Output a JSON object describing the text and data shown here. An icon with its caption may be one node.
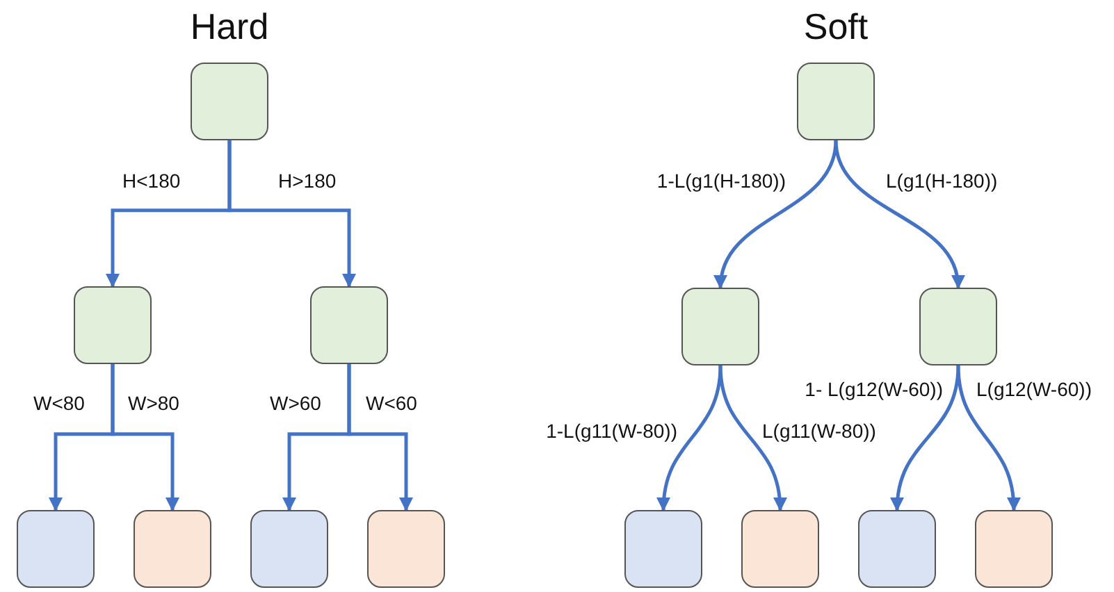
{
  "diagram": {
    "nodes": [
      {
        "text": [],
        "shape": "box"
      },
      {
        "text": [],
        "shape": "box"
      },
      {
        "text": [],
        "shape": "box"
      },
      {
        "text": [],
        "shape": "box"
      },
      {
        "text": [],
        "shape": "box"
      },
      {
        "text": [],
        "shape": "box"
      },
      {
        "text": [],
        "shape": "box"
      },
      {
        "text": [],
        "shape": "box"
      },
      {
        "text": [],
        "shape": "box"
      },
      {
        "text": [],
        "shape": "box"
      },
      {
        "text": [],
        "shape": "box"
      },
      {
        "text": [],
        "shape": "box"
      },
      {
        "text": [],
        "shape": "box"
      },
      {
        "text": [],
        "shape": "box"
      }
    ],
    "edges": [
      {
        "from": 0,
        "to": 1,
        "arrow": "to",
        "label": "H<180"
      },
      {
        "from": 0,
        "to": 2,
        "arrow": "to",
        "label": "H>180"
      },
      {
        "from": 1,
        "to": 3,
        "arrow": "to",
        "label": "W<80"
      },
      {
        "from": 1,
        "to": 4,
        "arrow": "to",
        "label": "W>80"
      },
      {
        "from": 2,
        "to": 5,
        "arrow": "to",
        "label": "W>60"
      },
      {
        "from": 2,
        "to": 6,
        "arrow": "to",
        "label": "W<60"
      },
      {
        "from": 7,
        "to": 8,
        "arrow": "to",
        "label": "1-L(g1(H-180))"
      },
      {
        "from": 7,
        "to": 9,
        "arrow": "to",
        "label": "L(g1(H-180))"
      },
      {
        "from": 8,
        "to": 10,
        "arrow": "to",
        "label": "1-L(g11(W-80))"
      },
      {
        "from": 8,
        "to": 11,
        "arrow": "to",
        "label": "L(g11(W-80))"
      },
      {
        "from": 9,
        "to": 12,
        "arrow": "to",
        "label": "1- L(g12(W-60))"
      },
      {
        "from": 9,
        "to": 13,
        "arrow": "to",
        "label": "L(g12(W-60))"
      }
    ],
    "labels": [
      "Hard",
      "Soft"
    ]
  }
}
